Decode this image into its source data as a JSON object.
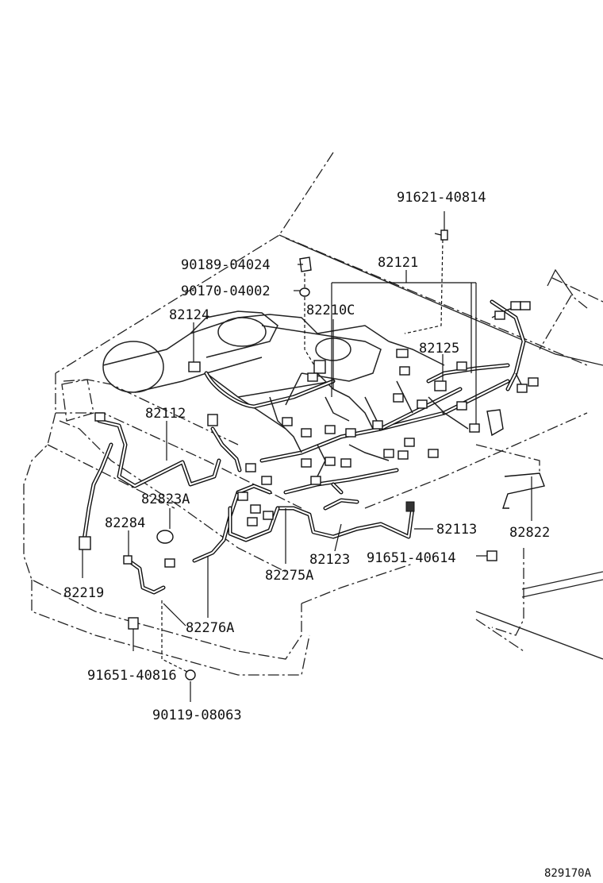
{
  "diagram_id": "829170A",
  "labels": {
    "p91621_40814": "91621-40814",
    "p90189_04024": "90189-04024",
    "p90170_04002": "90170-04002",
    "p82121": "82121",
    "p82124": "82124",
    "p82210C": "82210C",
    "p82125": "82125",
    "p82112": "82112",
    "p82823A": "82823A",
    "p82284": "82284",
    "p82113": "82113",
    "p82822": "82822",
    "p82123": "82123",
    "p91651_40614": "91651-40614",
    "p82275A": "82275A",
    "p82219": "82219",
    "p82276A": "82276A",
    "p91651_40816": "91651-40816",
    "p90119_08063": "90119-08063"
  }
}
